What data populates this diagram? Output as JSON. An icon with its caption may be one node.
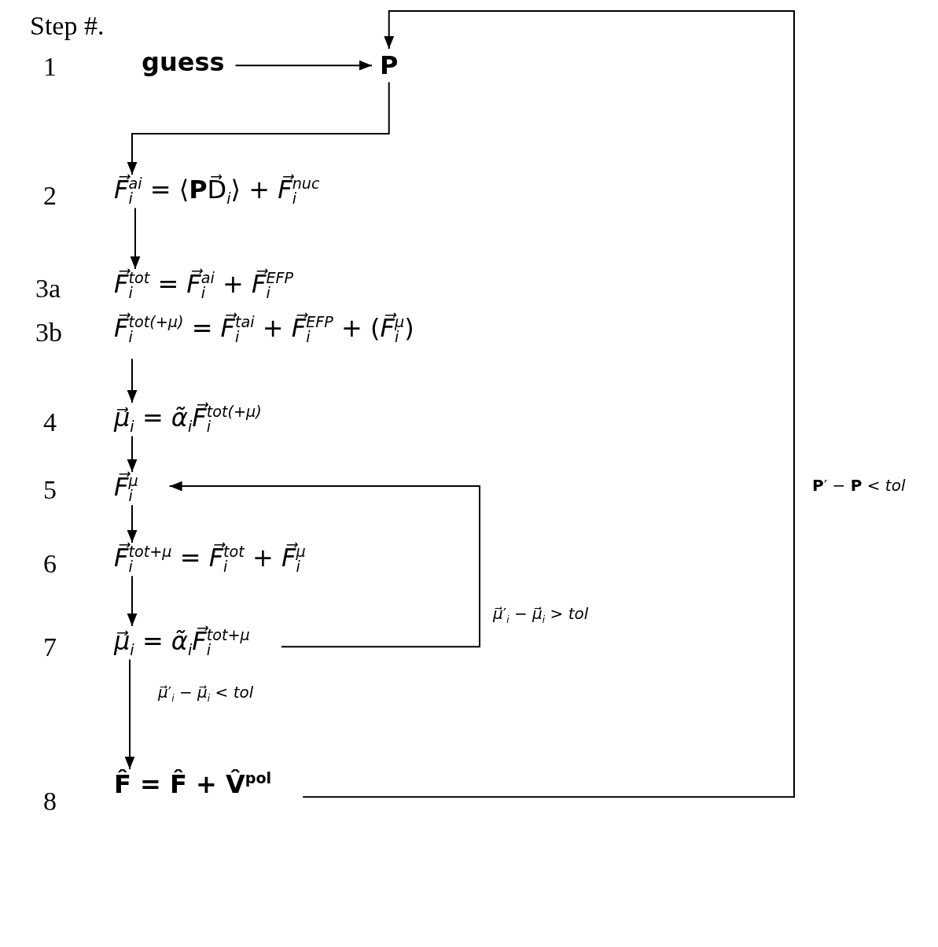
{
  "diagram": {
    "nodes": [
      {
        "text": [
          "guess"
        ]
      },
      {
        "text": [
          "**P**"
        ]
      },
      {
        "text": [
          "*F⃗*$_{i}$$^{ai}$ = ⟨**P**D⃗$_{i}$⟩ + *F⃗*$_{i}$$^{nuc}$"
        ]
      },
      {
        "text": [
          "*F⃗*$_{i}$$^{tot}$ = *F⃗*$_{i}$$^{ai}$ + *F⃗*$_{i}$$^{EFP}$"
        ]
      },
      {
        "text": [
          "*F⃗*$_{i}$$^{tot(+μ)}$ = *F⃗*$_{i}$$^{tai}$ + *F⃗*$_{i}$$^{EFP}$ + (*F⃗*$_{i}$$^{μ}$)"
        ]
      },
      {
        "text": [
          "*μ⃗*$_{i}$ = *α̃*$_{i}$*F⃗*$_{i}$$^{tot(+μ)}$"
        ]
      },
      {
        "text": [
          "*F⃗*$_{i}$$^{μ}$"
        ]
      },
      {
        "text": [
          "*F⃗*$_{i}$$^{tot+μ}$ = *F⃗*$_{i}$$^{tot}$ + *F⃗*$_{i}$$^{μ}$"
        ]
      },
      {
        "text": [
          "*μ⃗*$_{i}$ = *α̃*$_{i}$*F⃗*$_{i}$$^{tot+μ}$"
        ]
      },
      {
        "text": [
          "**F̂ = F̂ + V̂**$^{pol}$"
        ]
      }
    ],
    "edges": [
      {
        "from": 0,
        "to": 1,
        "arrow": "to"
      },
      {
        "from": 1,
        "to": 2,
        "arrow": "to"
      },
      {
        "from": 2,
        "to": 3,
        "arrow": "to"
      },
      {
        "from": 4,
        "to": 5,
        "arrow": "to"
      },
      {
        "from": 5,
        "to": 6,
        "arrow": "to"
      },
      {
        "from": 6,
        "to": 7,
        "arrow": "to"
      },
      {
        "from": 7,
        "to": 8,
        "arrow": "to"
      },
      {
        "from": 8,
        "to": 9,
        "arrow": "to",
        "label": "*μ⃗*′$_{i}$ − *μ⃗*$_{i}$ < *tol*"
      },
      {
        "from": 8,
        "to": 6,
        "arrow": "to",
        "label": "*μ⃗*′$_{i}$ − *μ⃗*$_{i}$ > *tol*"
      },
      {
        "from": 9,
        "to": 1,
        "arrow": "to",
        "label": "**P**′ − **P** < *tol*"
      }
    ],
    "labels": [
      "Step #.",
      "1",
      "2",
      "3a",
      "3b",
      "4",
      "5",
      "6",
      "7",
      "8"
    ]
  }
}
